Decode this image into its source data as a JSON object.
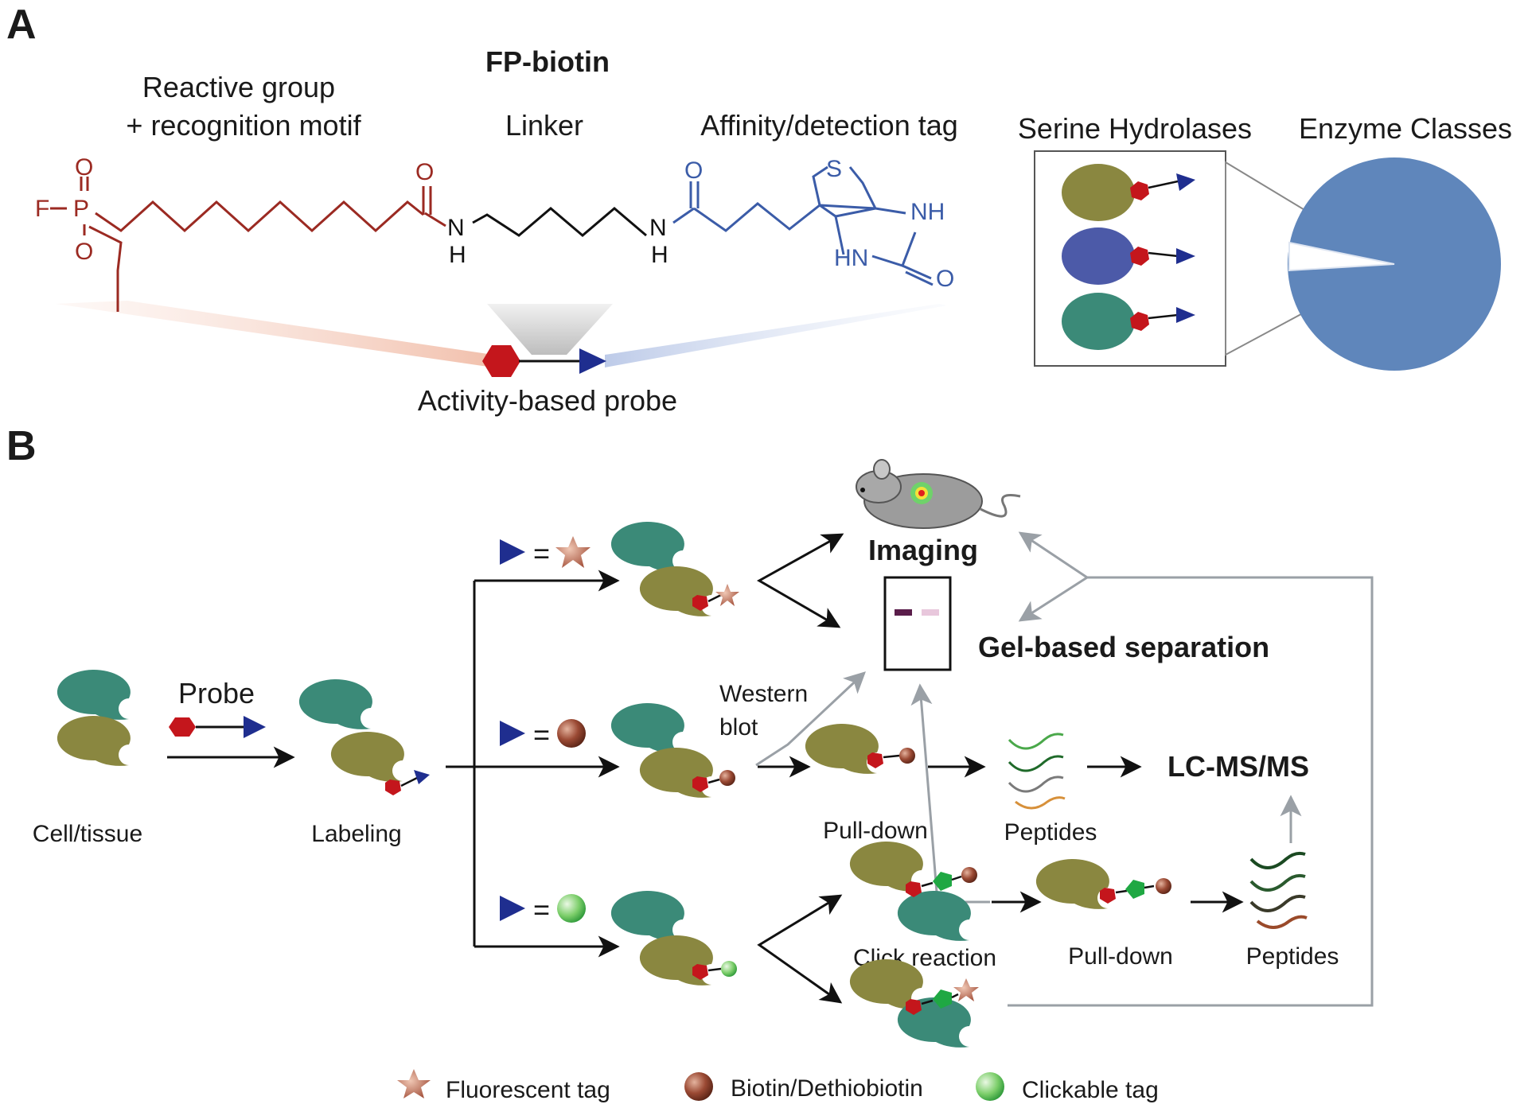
{
  "panel_a": {
    "letter": "A",
    "probe_name": "FP-biotin",
    "reactive_group_line1": "Reactive group",
    "reactive_group_line2": "+ recognition motif",
    "linker": "Linker",
    "tag": "Affinity/detection tag",
    "probe_label": "Activity-based probe",
    "serine_hydrolases": "Serine Hydrolases",
    "enzyme_classes": "Enzyme Classes",
    "atoms": {
      "F": "F",
      "P": "P",
      "O": "O",
      "N": "N",
      "H": "H",
      "S": "S",
      "NH": "NH",
      "HN": "HN"
    },
    "colors": {
      "reactive": "#9b2a22",
      "linker": "#111111",
      "tag": "#3b5ca8",
      "pie": "#5f86bb"
    }
  },
  "panel_b": {
    "letter": "B",
    "probe": "Probe",
    "cell_tissue": "Cell/tissue",
    "labeling": "Labeling",
    "equals": "=",
    "imaging": "Imaging",
    "gel_separation": "Gel-based separation",
    "western_line1": "Western",
    "western_line2": "blot",
    "pull_down_1": "Pull-down",
    "peptides_1": "Peptides",
    "lcms": "LC-MS/MS",
    "click_reaction": "Click reaction",
    "pull_down_2": "Pull-down",
    "peptides_2": "Peptides",
    "colors": {
      "teal": "#3b8a78",
      "olive": "#8a8740",
      "purple": "#4c5aa8",
      "hexagon": "#c4161c",
      "arrowhead": "#1f2e8f"
    }
  },
  "legend": {
    "fluorescent": "Fluorescent tag",
    "biotin": "Biotin/Dethiobiotin",
    "clickable": "Clickable tag"
  }
}
